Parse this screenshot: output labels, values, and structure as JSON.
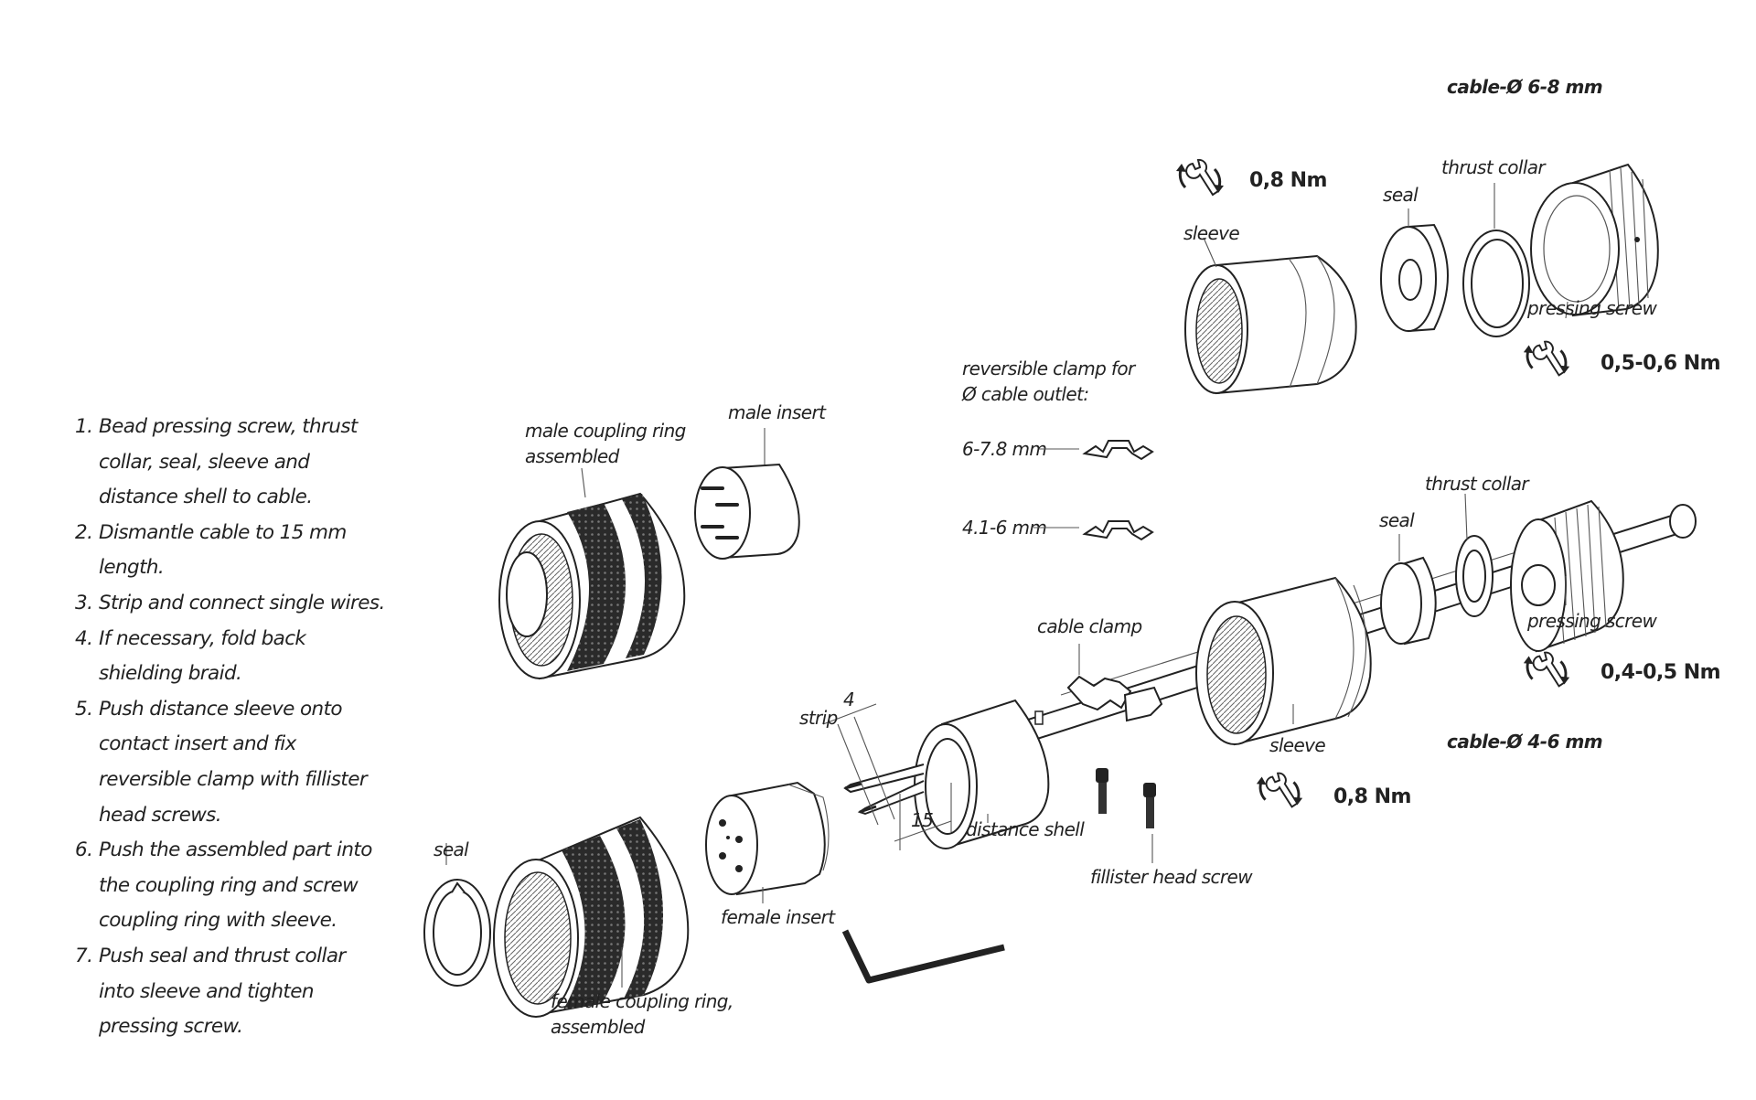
{
  "instructions": [
    {
      "num": "1.",
      "text": "Bead pressing screw, thrust collar, seal, sleeve and distance shell to cable."
    },
    {
      "num": "2.",
      "text": "Dismantle cable to 15 mm length."
    },
    {
      "num": "3.",
      "text": "Strip and connect single wires."
    },
    {
      "num": "4.",
      "text": "If necessary, fold back shielding braid."
    },
    {
      "num": "5.",
      "text": "Push distance sleeve onto contact insert and fix reversible clamp with fillister head screws."
    },
    {
      "num": "6.",
      "text": "Push the assembled part into the coupling ring and screw coupling ring with sleeve."
    },
    {
      "num": "7.",
      "text": "Push seal and thrust collar into sleeve and tighten pressing screw."
    }
  ],
  "labels": {
    "cable_6_8": "cable-Ø 6-8 mm",
    "cable_4_6": "cable-Ø 4-6 mm",
    "torque_sleeve_top": "0,8 Nm",
    "torque_press_top": "0,5-0,6 Nm",
    "torque_press_bottom": "0,4-0,5 Nm",
    "torque_sleeve_bottom": "0,8 Nm",
    "seal_top": "seal",
    "thrust_collar_top": "thrust collar",
    "sleeve_top": "sleeve",
    "pressing_screw_top": "pressing screw",
    "clamp_title_1": "reversible clamp for",
    "clamp_title_2": "Ø cable outlet:",
    "clamp_a": "6-7.8 mm",
    "clamp_b": "4.1-6 mm",
    "male_ring_1": "male coupling ring",
    "male_ring_2": "assembled",
    "male_insert": "male insert",
    "seal_bottom": "seal",
    "thrust_collar_bottom": "thrust collar",
    "pressing_screw_bottom": "pressing screw",
    "cable_clamp": "cable clamp",
    "strip": "strip",
    "dim_4": "4",
    "dim_15": "15",
    "distance_shell": "distance shell",
    "sleeve_bottom": "sleeve",
    "seal_left": "seal",
    "female_insert": "female insert",
    "fillister": "fillister head screw",
    "female_ring_1": "female coupling ring,",
    "female_ring_2": "assembled"
  }
}
